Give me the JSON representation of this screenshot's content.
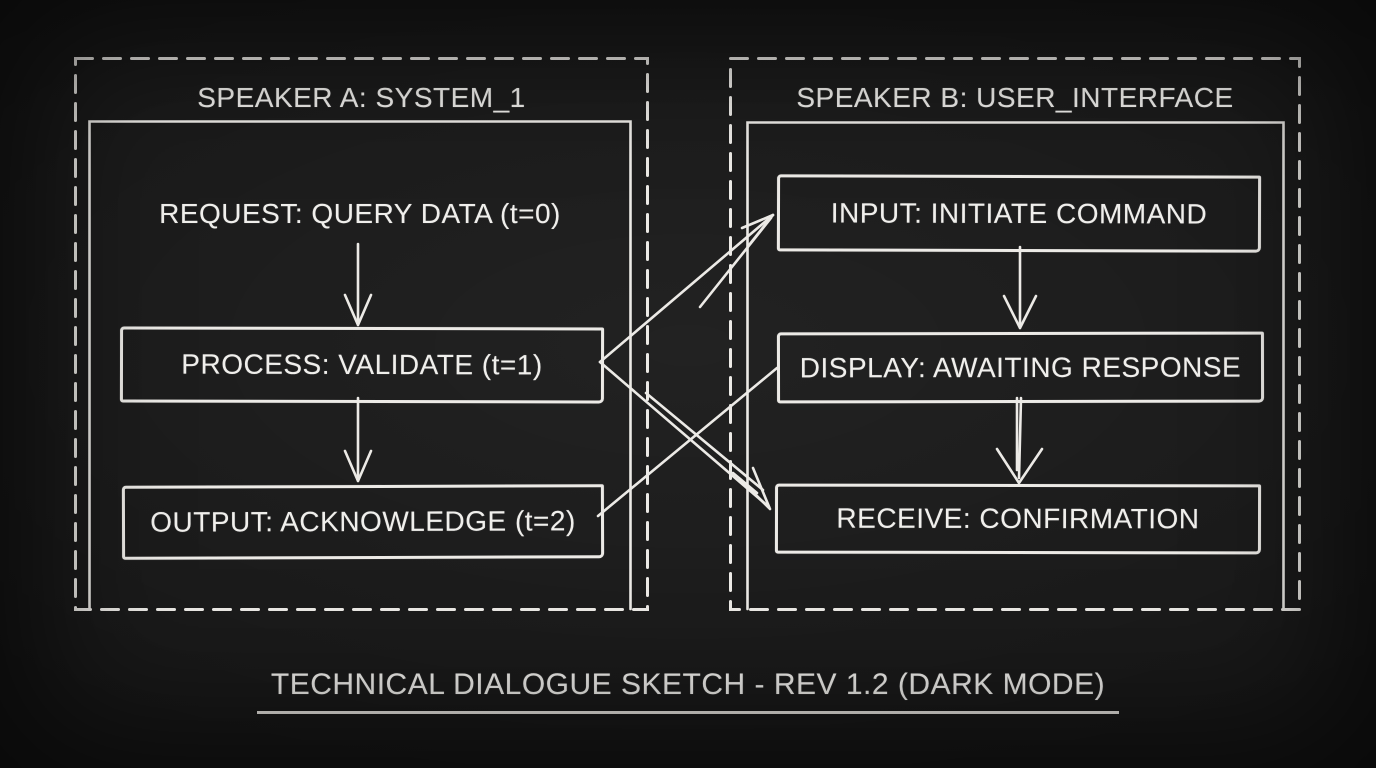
{
  "colors": {
    "background": "#181818",
    "stroke": "#eceae6",
    "text": "#f0efec"
  },
  "panels": [
    {
      "id": "speaker_a",
      "title": "SPEAKER A: SYSTEM_1",
      "nodes": [
        {
          "id": "request",
          "label": "REQUEST: QUERY DATA (t=0)",
          "boxed": false
        },
        {
          "id": "process",
          "label": "PROCESS: VALIDATE (t=1)",
          "boxed": true
        },
        {
          "id": "output",
          "label": "OUTPUT: ACKNOWLEDGE (t=2)",
          "boxed": true
        }
      ]
    },
    {
      "id": "speaker_b",
      "title": "SPEAKER B: USER_INTERFACE",
      "nodes": [
        {
          "id": "input",
          "label": "INPUT: INITIATE COMMAND",
          "boxed": true
        },
        {
          "id": "display",
          "label": "DISPLAY: AWAITING RESPONSE",
          "boxed": true
        },
        {
          "id": "receive",
          "label": "RECEIVE: CONFIRMATION",
          "boxed": true
        }
      ]
    }
  ],
  "connections": [
    {
      "from": "request",
      "to": "process",
      "style": "arrow-down"
    },
    {
      "from": "process",
      "to": "output",
      "style": "arrow-down"
    },
    {
      "from": "input",
      "to": "display",
      "style": "arrow-down"
    },
    {
      "from": "display",
      "to": "receive",
      "style": "double-stroke-arrow-down"
    },
    {
      "from": "process",
      "to": "input",
      "style": "diagonal-arrow"
    },
    {
      "from": "process",
      "to": "receive",
      "style": "diagonal-double-stroke-arrow"
    },
    {
      "from": "output",
      "to": "display",
      "style": "diagonal-line-no-head"
    }
  ],
  "caption": {
    "text": "TECHNICAL DIALOGUE SKETCH - REV 1.2 (DARK MODE)"
  }
}
